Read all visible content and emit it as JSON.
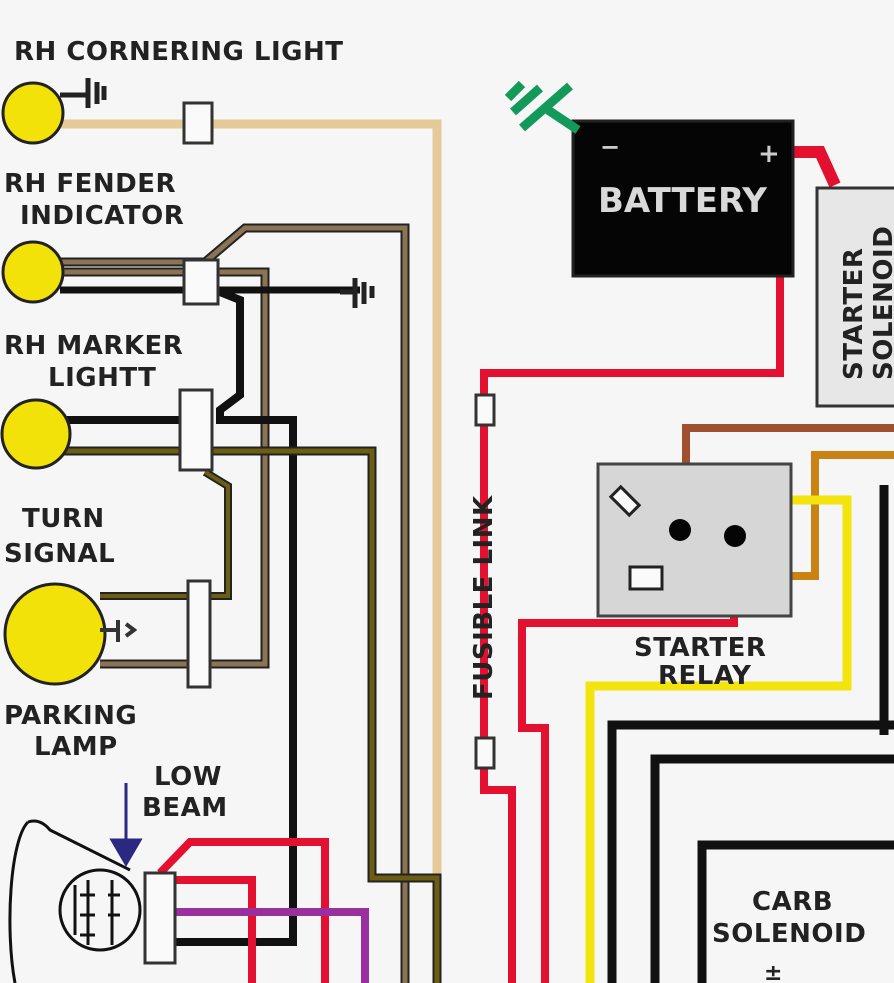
{
  "title": "Starter and Front Lighting Wiring Diagram",
  "components": {
    "rh_cornering_light": {
      "label": "RH CORNERING LIGHT"
    },
    "rh_fender_indicator": {
      "label_line1": "RH FENDER",
      "label_line2": "INDICATOR"
    },
    "rh_marker_light": {
      "label_line1": "RH MARKER",
      "label_line2": "LIGHTT"
    },
    "turn_signal": {
      "label_line1": "TURN",
      "label_line2": "SIGNAL"
    },
    "parking_lamp": {
      "label_line1": "PARKING",
      "label_line2": "LAMP"
    },
    "low_beam": {
      "label_line1": "LOW",
      "label_line2": "BEAM"
    },
    "battery": {
      "label": "BATTERY",
      "neg": "−",
      "pos": "+"
    },
    "starter_solenoid": {
      "label_line1": "STARTER",
      "label_line2": "SOLENOID"
    },
    "fusible_link": {
      "label": "FUSIBLE LINK"
    },
    "starter_relay": {
      "label_line1": "STARTER",
      "label_line2": "RELAY"
    },
    "carb_solenoid": {
      "label_line1": "CARB",
      "label_line2": "SOLENOID"
    }
  },
  "colors": {
    "lamp_yellow": "#f2e20a",
    "wire_tan": "#e6c999",
    "wire_brown_dark": "#6f5a3e",
    "wire_olive": "#6b5e12",
    "wire_black": "#111111",
    "wire_red": "#e3102f",
    "wire_purple": "#9a2fa0",
    "wire_yellow": "#f4e40e",
    "wire_orange": "#c98214",
    "wire_rust": "#a0502e",
    "ground_green": "#139a5a",
    "battery_body": "#050505",
    "relay_gray": "#d6d6d6"
  }
}
